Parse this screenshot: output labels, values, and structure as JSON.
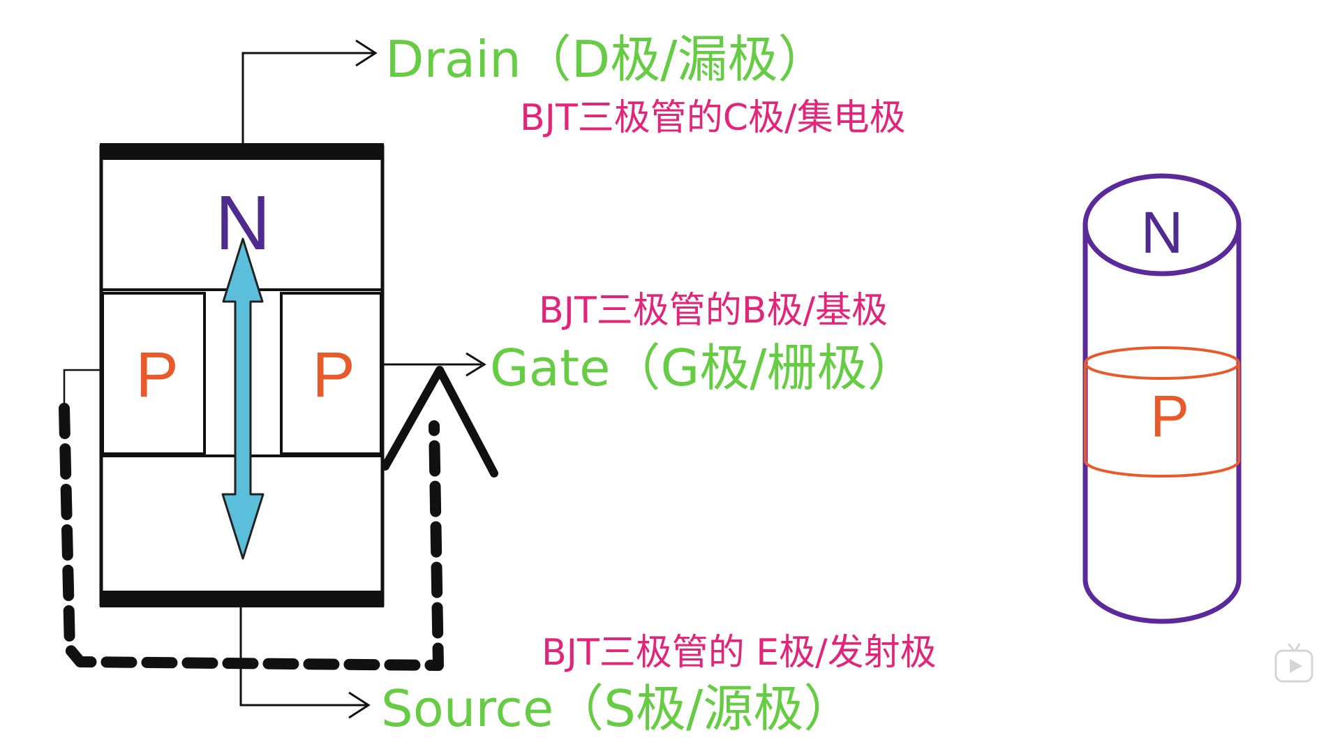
{
  "labels": {
    "drain": "Drain（D极/漏极）",
    "drain_bjt": "BJT三极管的C极/集电极",
    "gate_bjt": "BJT三极管的B极/基极",
    "gate": "Gate（G极/栅极）",
    "source_bjt": "BJT三极管的 E极/发射极",
    "source": "Source（S极/源极）"
  },
  "regions": {
    "channel": "N",
    "gate_left": "P",
    "gate_right": "P",
    "cylinder_top": "N",
    "cylinder_band": "P"
  },
  "colors": {
    "terminal_label": "#66cc44",
    "bjt_label": "#e0257a",
    "n_region": "#4f2a8f",
    "p_region": "#e85a2a",
    "channel_arrow": "#5bbfdc",
    "outline": "#111111",
    "cylinder_outline": "#5a2a9a",
    "cylinder_band_outline": "#e85a2a"
  },
  "icons": {
    "watermark": "play-icon"
  }
}
